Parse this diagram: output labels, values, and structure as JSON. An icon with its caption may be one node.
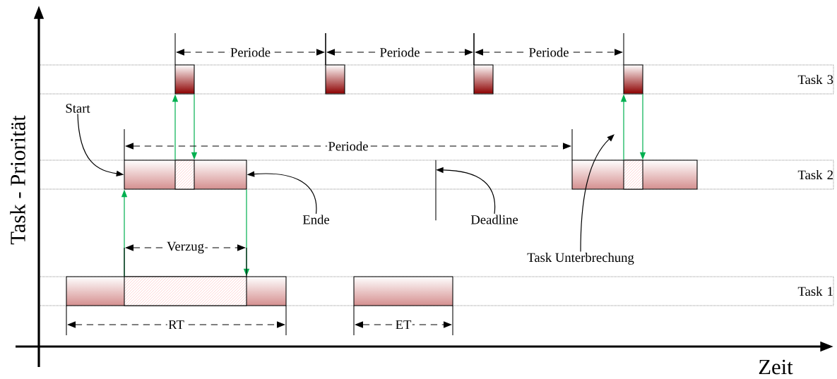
{
  "diagram": {
    "nodes": [
      {
        "text": [
          "Task 3"
        ]
      },
      {
        "text": [],
        "shape": "bar",
        "in": 0
      },
      {
        "text": [],
        "shape": "bar",
        "in": 0
      },
      {
        "text": [],
        "shape": "bar",
        "in": 0
      },
      {
        "text": [],
        "shape": "bar",
        "in": 0
      },
      {
        "text": [
          "Task 2"
        ]
      },
      {
        "text": [],
        "shape": "bar",
        "in": 5
      },
      {
        "text": [],
        "shape": "bar",
        "in": 5
      },
      {
        "text": [
          "Task 1"
        ]
      },
      {
        "text": [],
        "shape": "bar",
        "in": 8
      },
      {
        "text": [],
        "shape": "bar",
        "in": 8
      },
      {
        "text": [
          "Start"
        ]
      },
      {
        "text": [
          "Ende"
        ]
      },
      {
        "text": [
          "Deadline"
        ]
      },
      {
        "text": [],
        "shape": "line"
      },
      {
        "text": [
          "Task Unterbrechung"
        ]
      }
    ],
    "edges": [
      {
        "from": 11,
        "to": 6,
        "arrow": "to",
        "color": "#000000"
      },
      {
        "from": 12,
        "to": 6,
        "arrow": "to",
        "color": "#000000"
      },
      {
        "from": 13,
        "to": 14,
        "arrow": "to",
        "color": "#000000"
      },
      {
        "from": 15,
        "to": null,
        "arrow": "to",
        "color": "#000000"
      },
      {
        "from": 6,
        "to": 1,
        "arrow": "to",
        "color": "#00b050"
      },
      {
        "from": 1,
        "to": 6,
        "arrow": "to",
        "color": "#00b050"
      },
      {
        "from": 7,
        "to": 4,
        "arrow": "to",
        "color": "#00b050"
      },
      {
        "from": 4,
        "to": 7,
        "arrow": "to",
        "color": "#00b050"
      },
      {
        "from": 9,
        "to": 6,
        "arrow": "to",
        "color": "#00b050"
      },
      {
        "from": 6,
        "to": 9,
        "arrow": "to",
        "color": "#00b050"
      }
    ],
    "labels": [
      "Task - Priorität",
      "Periode",
      "Periode",
      "Periode",
      "Periode",
      "Verzug",
      "RT",
      "ET",
      "Zeit"
    ]
  }
}
